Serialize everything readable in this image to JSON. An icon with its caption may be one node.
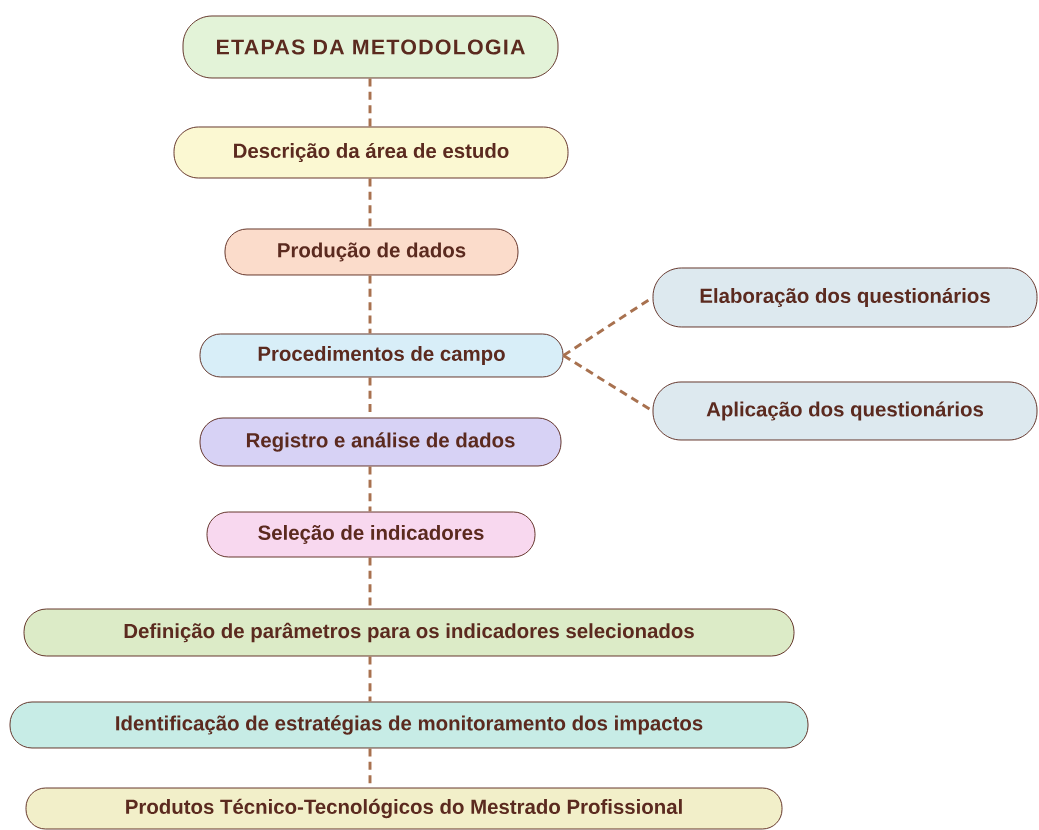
{
  "diagram": {
    "nodes": [
      {
        "text": [
          "ETAPAS DA METODOLOGIA"
        ]
      },
      {
        "text": [
          "Descrição da área de estudo"
        ]
      },
      {
        "text": [
          "Produção de dados"
        ]
      },
      {
        "text": [
          "Procedimentos de campo"
        ]
      },
      {
        "text": [
          "Elaboração dos questionários"
        ]
      },
      {
        "text": [
          "Aplicação dos questionários"
        ]
      },
      {
        "text": [
          "Registro e análise de dados"
        ]
      },
      {
        "text": [
          "Seleção de indicadores"
        ]
      },
      {
        "text": [
          "Definição de parâmetros para os indicadores selecionados"
        ]
      },
      {
        "text": [
          "Identificação de estratégias de monitoramento dos impactos"
        ]
      },
      {
        "text": [
          "Produtos Técnico-Tecnológicos do Mestrado Profissional"
        ]
      }
    ],
    "edges": [
      {
        "from": 0,
        "to": 1,
        "arrow": "none",
        "style": "dashed"
      },
      {
        "from": 1,
        "to": 2,
        "arrow": "none",
        "style": "dashed"
      },
      {
        "from": 2,
        "to": 3,
        "arrow": "none",
        "style": "dashed"
      },
      {
        "from": 3,
        "to": 4,
        "arrow": "none",
        "style": "dashed"
      },
      {
        "from": 3,
        "to": 5,
        "arrow": "none",
        "style": "dashed"
      },
      {
        "from": 3,
        "to": 6,
        "arrow": "none",
        "style": "dashed"
      },
      {
        "from": 6,
        "to": 7,
        "arrow": "none",
        "style": "dashed"
      },
      {
        "from": 7,
        "to": 8,
        "arrow": "none",
        "style": "dashed"
      },
      {
        "from": 8,
        "to": 9,
        "arrow": "none",
        "style": "dashed"
      },
      {
        "from": 9,
        "to": 10,
        "arrow": "none",
        "style": "dashed"
      }
    ]
  }
}
